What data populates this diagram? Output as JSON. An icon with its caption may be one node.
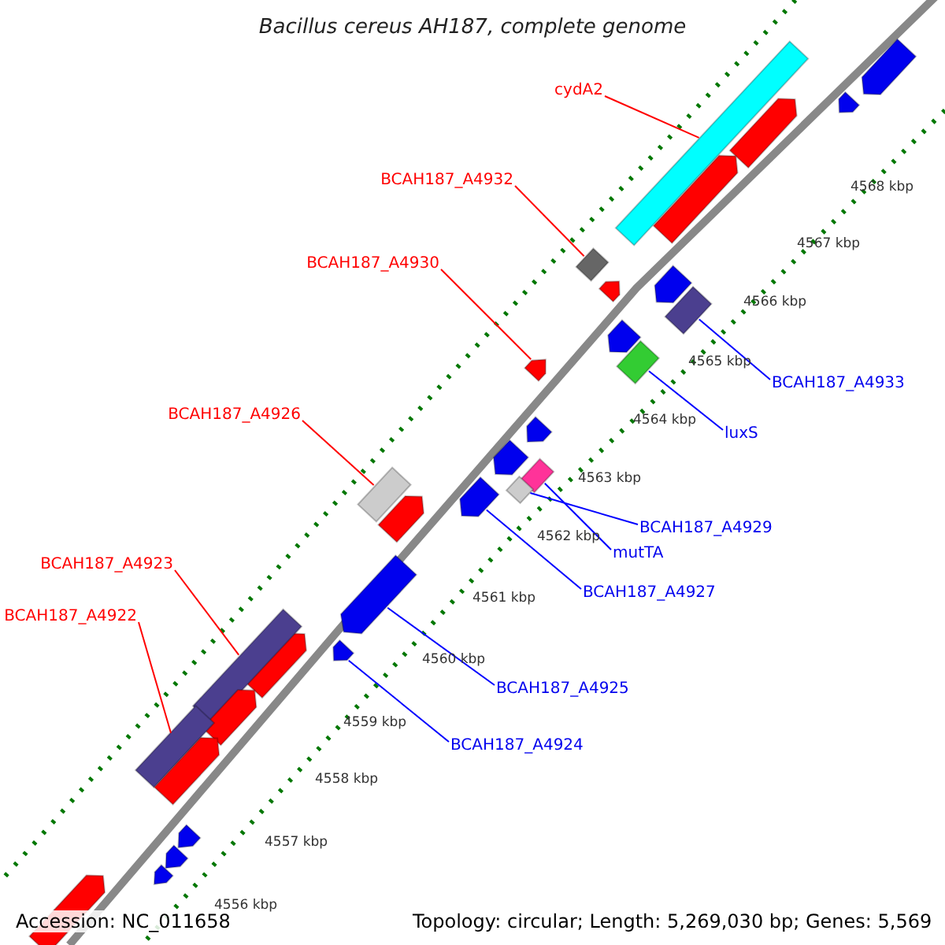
{
  "diagram": {
    "title": "Bacillus cereus AH187, complete genome",
    "nodes": [
      {
        "text": [
          "cydA2"
        ]
      },
      {
        "text": [
          "BCAH187_A4932"
        ]
      },
      {
        "text": [
          "BCAH187_A4930"
        ]
      },
      {
        "text": [
          "BCAH187_A4926"
        ]
      },
      {
        "text": [
          "BCAH187_A4923"
        ]
      },
      {
        "text": [
          "BCAH187_A4922"
        ]
      },
      {
        "text": [
          "BCAH187_A4933"
        ]
      },
      {
        "text": [
          "luxS"
        ]
      },
      {
        "text": [
          "BCAH187_A4929"
        ]
      },
      {
        "text": [
          "mutTA"
        ]
      },
      {
        "text": [
          "BCAH187_A4927"
        ]
      },
      {
        "text": [
          "BCAH187_A4925"
        ]
      },
      {
        "text": [
          "BCAH187_A4924"
        ]
      },
      {
        "text": [],
        "shape": "arrow"
      },
      {
        "text": [],
        "shape": "arrow"
      },
      {
        "text": [],
        "shape": "arrow"
      },
      {
        "text": [],
        "shape": "bar"
      },
      {
        "text": [],
        "shape": "arrow"
      },
      {
        "text": [],
        "shape": "bar"
      },
      {
        "text": [],
        "shape": "arrow"
      },
      {
        "text": [],
        "shape": "arrow"
      },
      {
        "text": [],
        "shape": "bar"
      },
      {
        "text": [],
        "shape": "arrow"
      },
      {
        "text": [],
        "shape": "bar"
      },
      {
        "text": [],
        "shape": "arrow"
      },
      {
        "text": [],
        "shape": "arrow"
      },
      {
        "text": [],
        "shape": "arrow"
      },
      {
        "text": [],
        "shape": "bar"
      },
      {
        "text": [],
        "shape": "bar"
      },
      {
        "text": [],
        "shape": "bar"
      },
      {
        "text": [],
        "shape": "arrow"
      },
      {
        "text": [],
        "shape": "arrow"
      },
      {
        "text": [],
        "shape": "arrow"
      },
      {
        "text": [],
        "shape": "arrow"
      },
      {
        "text": [],
        "shape": "arrow"
      },
      {
        "text": [],
        "shape": "bar"
      },
      {
        "text": [],
        "shape": "arrow"
      },
      {
        "text": [],
        "shape": "bar"
      },
      {
        "text": [],
        "shape": "arrow"
      },
      {
        "text": [],
        "shape": "arrow"
      },
      {
        "text": [],
        "shape": "arrow"
      },
      {
        "text": [],
        "shape": "arrow"
      },
      {
        "text": [],
        "shape": "arrow"
      }
    ],
    "edges": [
      {
        "from": 0,
        "to": 16,
        "arrow": "none",
        "color": "#ff0000"
      },
      {
        "from": 1,
        "to": 18,
        "arrow": "none",
        "color": "#ff0000"
      },
      {
        "from": 2,
        "to": 24,
        "arrow": "none",
        "color": "#ff0000"
      },
      {
        "from": 3,
        "to": 29,
        "arrow": "none",
        "color": "#ff0000"
      },
      {
        "from": 4,
        "to": 35,
        "arrow": "none",
        "color": "#ff0000"
      },
      {
        "from": 5,
        "to": 37,
        "arrow": "none",
        "color": "#ff0000"
      },
      {
        "from": 6,
        "to": 21,
        "arrow": "none",
        "color": "#0000ff"
      },
      {
        "from": 7,
        "to": 23,
        "arrow": "none",
        "color": "#0000ff"
      },
      {
        "from": 8,
        "to": 28,
        "arrow": "none",
        "color": "#0000ff"
      },
      {
        "from": 9,
        "to": 27,
        "arrow": "none",
        "color": "#0000ff"
      },
      {
        "from": 10,
        "to": 30,
        "arrow": "none",
        "color": "#0000ff"
      },
      {
        "from": 11,
        "to": 32,
        "arrow": "none",
        "color": "#0000ff"
      },
      {
        "from": 12,
        "to": 33,
        "arrow": "none",
        "color": "#0000ff"
      }
    ],
    "labels": [
      "4568 kbp",
      "4567 kbp",
      "4566 kbp",
      "4565 kbp",
      "4564 kbp",
      "4563 kbp",
      "4562 kbp",
      "4561 kbp",
      "4560 kbp",
      "4559 kbp",
      "4558 kbp",
      "4557 kbp",
      "4556 kbp",
      "Accession: NC_011658",
      "Topology: circular; Length: 5,269,030 bp; Genes: 5,569"
    ]
  }
}
